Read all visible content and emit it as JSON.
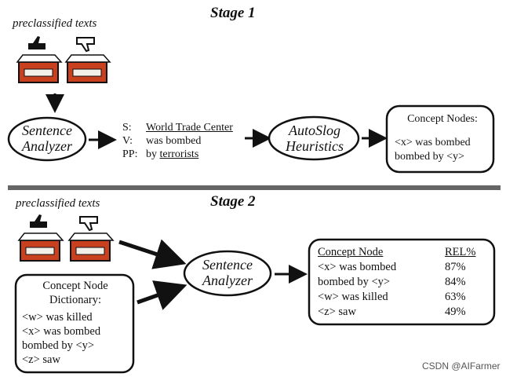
{
  "stage1": {
    "title": "Stage 1",
    "preclassified_label": "preclassified texts",
    "analyzer_line1": "Sentence",
    "analyzer_line2": "Analyzer",
    "parse": {
      "s_label": "S:",
      "s_value": "World Trade Center",
      "v_label": "V:",
      "v_value": "was bombed",
      "pp_label": "PP:",
      "pp_prefix": "by",
      "pp_value": "terrorists"
    },
    "heuristics_line1": "AutoSlog",
    "heuristics_line2": "Heuristics",
    "concept_nodes": {
      "title": "Concept Nodes:",
      "items": [
        "<x> was bombed",
        "bombed by <y>"
      ]
    }
  },
  "stage2": {
    "title": "Stage 2",
    "preclassified_label": "preclassified texts",
    "analyzer_line1": "Sentence",
    "analyzer_line2": "Analyzer",
    "dictionary": {
      "title_line1": "Concept Node",
      "title_line2": "Dictionary:",
      "items": [
        "<w> was killed",
        "<x> was bombed",
        "bombed by <y>",
        "<z> saw"
      ]
    },
    "results": {
      "col1": "Concept Node",
      "col2": "REL%",
      "rows": [
        {
          "node": "<x> was bombed",
          "rel": "87%"
        },
        {
          "node": "bombed by <y>",
          "rel": "84%"
        },
        {
          "node": "<w> was killed",
          "rel": "63%"
        },
        {
          "node": "<z> saw",
          "rel": "49%"
        }
      ]
    }
  },
  "footer": {
    "watermark": "CSDN @AIFarmer"
  }
}
